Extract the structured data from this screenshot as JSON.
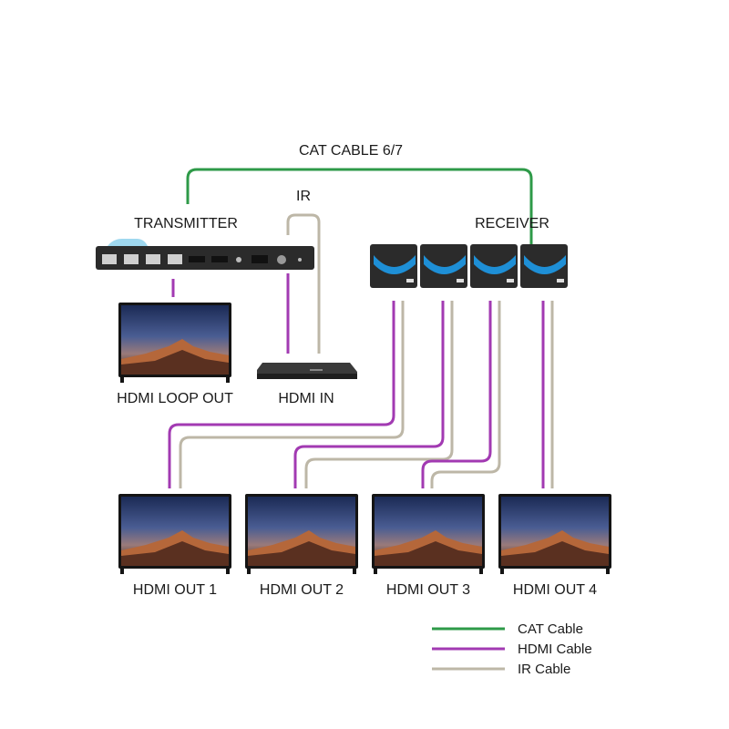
{
  "labels": {
    "cat_cable": "CAT CABLE 6/7",
    "ir": "IR",
    "transmitter": "TRANSMITTER",
    "receiver": "RECEIVER",
    "hdmi_loop_out": "HDMI LOOP OUT",
    "hdmi_in": "HDMI IN",
    "outputs": [
      "HDMI OUT 1",
      "HDMI OUT 2",
      "HDMI OUT 3",
      "HDMI OUT 4"
    ]
  },
  "legend": [
    {
      "label": "CAT Cable",
      "color": "#2e9a48"
    },
    {
      "label": "HDMI Cable",
      "color": "#a23ab2"
    },
    {
      "label": "IR Cable",
      "color": "#bdb7a7"
    }
  ],
  "colors": {
    "cat": "#2e9a48",
    "hdmi": "#a23ab2",
    "ir": "#bdb7a7",
    "device": "#2b2b2b",
    "receiver_accent": "#1e8fd6"
  }
}
